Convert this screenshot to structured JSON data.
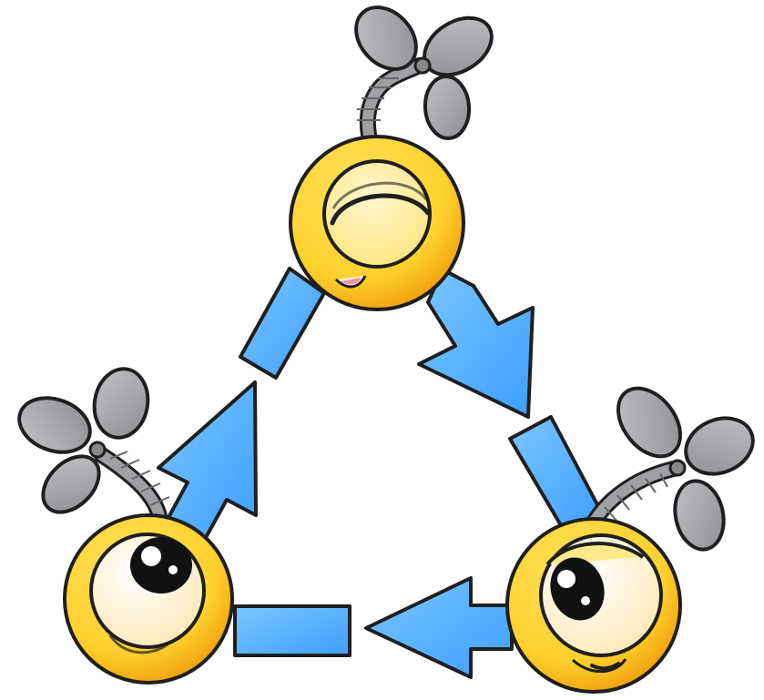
{
  "image": {
    "subject": "three-robot-cycle",
    "colors": {
      "background": "#ffffff",
      "robot_body": "#ffd12e",
      "robot_body_shadow": "#f2a40f",
      "face_plate": "#fff4b8",
      "outline": "#1f1f1f",
      "arrow_fill": "#4aa8ff",
      "arrow_fill_light": "#7bc6ff",
      "propeller": "#9b9b9f",
      "propeller_light": "#b8b8bc",
      "eye_white": "#ffffff",
      "pupil": "#111111"
    },
    "robots": [
      {
        "name": "robot-top",
        "state": "sleeping"
      },
      {
        "name": "robot-bottom-left",
        "state": "looking-up"
      },
      {
        "name": "robot-bottom-right",
        "state": "smiling"
      }
    ],
    "arrows": [
      {
        "name": "arrow-top-to-right",
        "direction": "down-right"
      },
      {
        "name": "arrow-right-to-left",
        "direction": "left"
      },
      {
        "name": "arrow-left-to-top",
        "direction": "up-right"
      }
    ]
  }
}
